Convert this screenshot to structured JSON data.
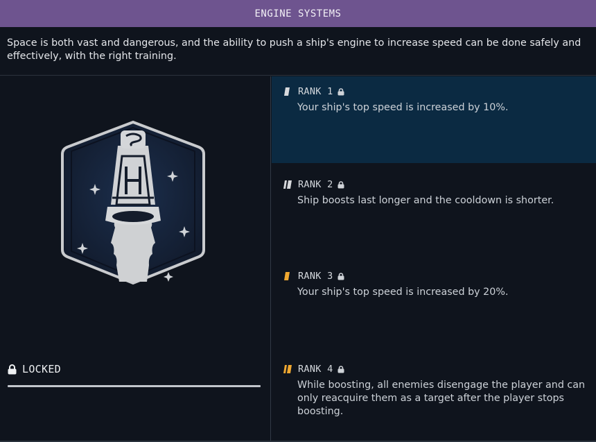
{
  "header": {
    "title": "ENGINE SYSTEMS"
  },
  "description": "Space is both vast and dangerous, and the ability to push a ship's engine to increase speed can be done safely and effectively, with the right training.",
  "status": {
    "label": "LOCKED",
    "icon": "lock-icon",
    "progress_percent": 100
  },
  "badge": {
    "icon": "engine-patch-icon"
  },
  "colors": {
    "header_bg": "#6e548f",
    "panel_bg": "#0f141d",
    "active_rank_bg": "#0b2a42",
    "rank_tier_silver": "#d7d9dc",
    "rank_tier_gold": "#f0a830"
  },
  "ranks": [
    {
      "label": "RANK 1",
      "tier_color": "silver",
      "bars": 1,
      "locked": true,
      "description": "Your ship's top speed is increased by 10%."
    },
    {
      "label": "RANK 2",
      "tier_color": "silver",
      "bars": 2,
      "locked": true,
      "description": "Ship boosts last longer and the cooldown is shorter."
    },
    {
      "label": "RANK 3",
      "tier_color": "gold",
      "bars": 1,
      "locked": true,
      "description": "Your ship's top speed is increased by 20%."
    },
    {
      "label": "RANK 4",
      "tier_color": "gold",
      "bars": 2,
      "locked": true,
      "description": "While boosting, all enemies disengage the player and can only reacquire them as a target after the player stops boosting."
    }
  ]
}
